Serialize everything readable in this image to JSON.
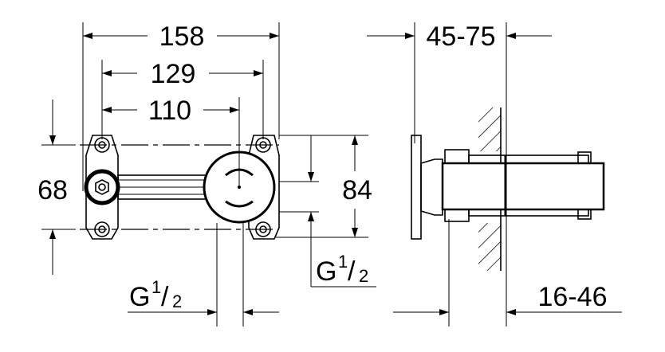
{
  "dimensions": {
    "overall_width": "158",
    "hole_spacing": "129",
    "center_offset": "110",
    "left_height": "68",
    "right_height": "84",
    "depth_range": "45-75",
    "wall_range": "16-46"
  },
  "threads": {
    "right": {
      "letter": "G",
      "numerator": "1",
      "denominator": "2"
    },
    "bottom": {
      "letter": "G",
      "numerator": "1",
      "denominator": "2"
    }
  },
  "colors": {
    "ink": "#000000",
    "background": "#ffffff"
  }
}
